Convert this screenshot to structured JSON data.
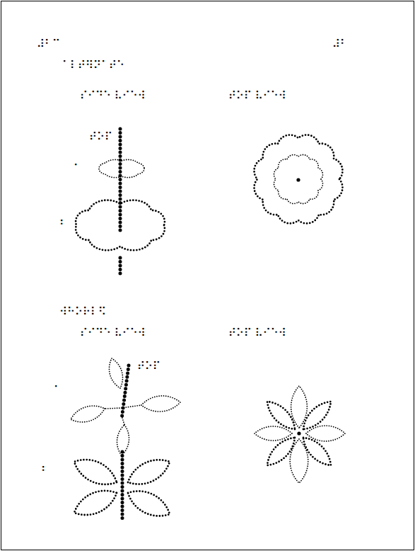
{
  "diagram": {
    "title": "⠁⠇⠞⠻⠝⠁⠞⠑",
    "labels": [
      "⠼⠃⠉",
      "⠼⠃",
      "⠎⠊⠙⠑ ⠧⠊⠑⠺",
      "⠞⠕⠏ ⠧⠊⠑⠺",
      "⠞⠕⠏",
      "⠁",
      "⠃",
      "⠺⠓⠕⠗⠇⠫",
      "⠎⠊⠙⠑ ⠧⠊⠑⠺",
      "⠞⠕⠏ ⠧⠊⠑⠺",
      "⠞⠕⠏",
      "⠁",
      "⠃"
    ]
  }
}
